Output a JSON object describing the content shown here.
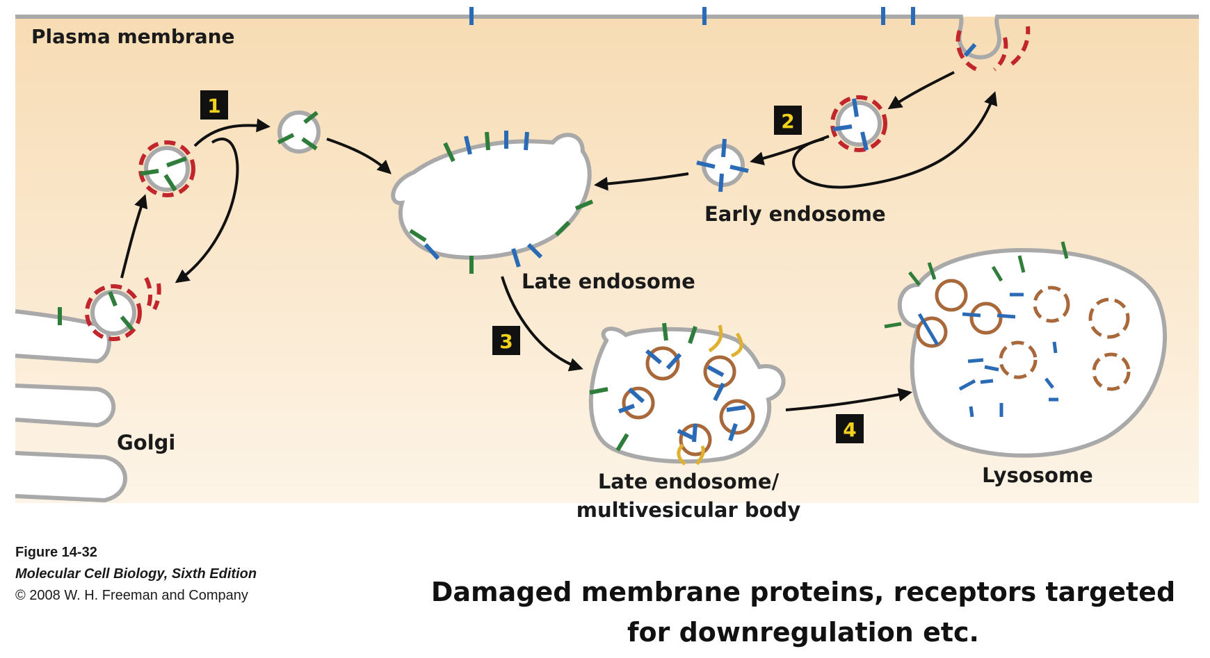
{
  "labels": {
    "plasma_membrane": "Plasma membrane",
    "golgi": "Golgi",
    "early_endosome": "Early endosome",
    "late_endosome": "Late endosome",
    "mvb_line1": "Late endosome/",
    "mvb_line2": "multivesicular body",
    "lysosome": "Lysosome"
  },
  "steps": [
    "1",
    "2",
    "3",
    "4"
  ],
  "caption": {
    "figure": "Figure 14-32",
    "book": "Molecular Cell Biology, Sixth Edition",
    "copyright": "© 2008 W. H. Freeman and Company"
  },
  "takeaway": {
    "line1": "Damaged membrane proteins, receptors targeted",
    "line2": "for downregulation etc."
  },
  "colors": {
    "cytosol_top": "#f7dcb4",
    "cytosol_bottom": "#fdf4e7",
    "membrane": "#a9a9a9",
    "coat": "#c0262c",
    "receptor_blue": "#2b6bb5",
    "receptor_green": "#2e7d3a",
    "vesicle_brown": "#a8683a",
    "yellow": "#e0b030",
    "step_box": "#111111",
    "step_text": "#f2d21c"
  }
}
